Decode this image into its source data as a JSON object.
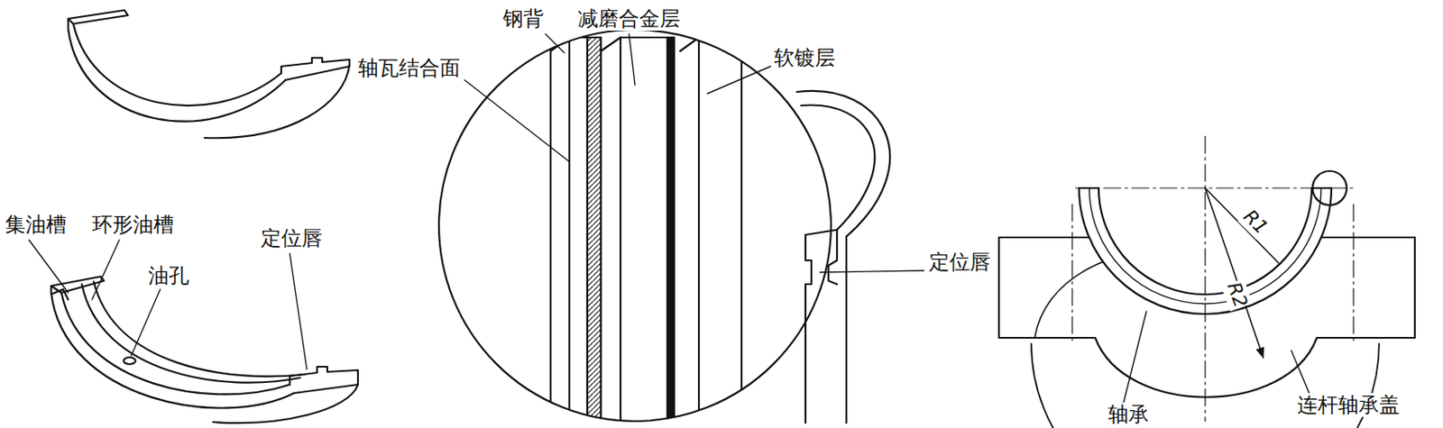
{
  "diagram": {
    "labels": [
      "钢背",
      "减磨合金层",
      "轴瓦结合面",
      "软镀层",
      "集油槽",
      "环形油槽",
      "油孔",
      "定位唇",
      "定位唇",
      "R1",
      "R2",
      "轴承",
      "连杆轴承盖"
    ]
  }
}
